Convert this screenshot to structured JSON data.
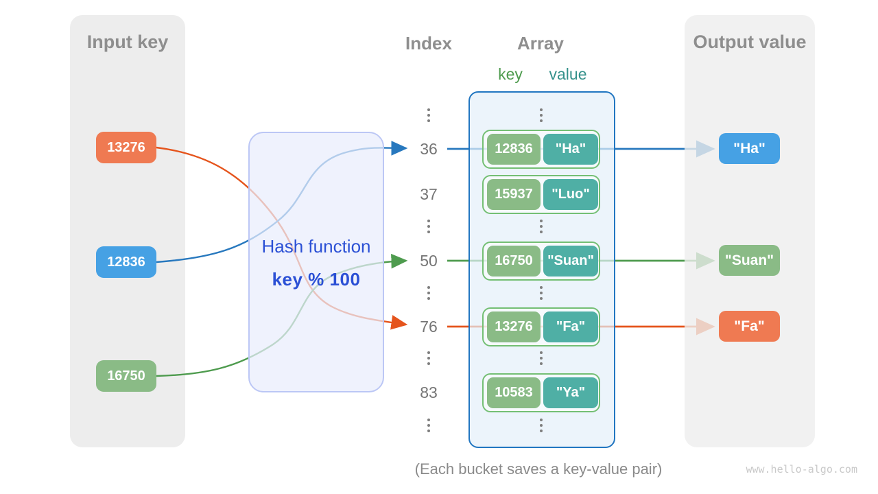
{
  "input_panel": {
    "title": "Input key",
    "keys": [
      "13276",
      "12836",
      "16750"
    ]
  },
  "hash_box": {
    "line1": "Hash function",
    "line2": "key % 100"
  },
  "index_column": {
    "title": "Index",
    "labels": [
      "36",
      "37",
      "50",
      "76",
      "83"
    ]
  },
  "array_panel": {
    "title": "Array",
    "key_header": "key",
    "value_header": "value",
    "rows": [
      {
        "key": "12836",
        "value": "\"Ha\""
      },
      {
        "key": "15937",
        "value": "\"Luo\""
      },
      {
        "key": "16750",
        "value": "\"Suan\""
      },
      {
        "key": "13276",
        "value": "\"Fa\""
      },
      {
        "key": "10583",
        "value": "\"Ya\""
      }
    ]
  },
  "output_panel": {
    "title": "Output value",
    "values": [
      "\"Ha\"",
      "\"Suan\"",
      "\"Fa\""
    ]
  },
  "caption": "(Each bucket saves a key-value pair)",
  "watermark": "www.hello-algo.com",
  "colors": {
    "orange_box": "#EF7A52",
    "blue_box": "#46A1E4",
    "green_box": "#8ABB86",
    "teal_box": "#4FAFA5",
    "orange_line": "#E5541C",
    "blue_line": "#2778BE",
    "green_line": "#4E9B4E",
    "hash_text": "#2B50D5",
    "array_border": "#2176C1",
    "panel_gray": "#EDEDED"
  }
}
